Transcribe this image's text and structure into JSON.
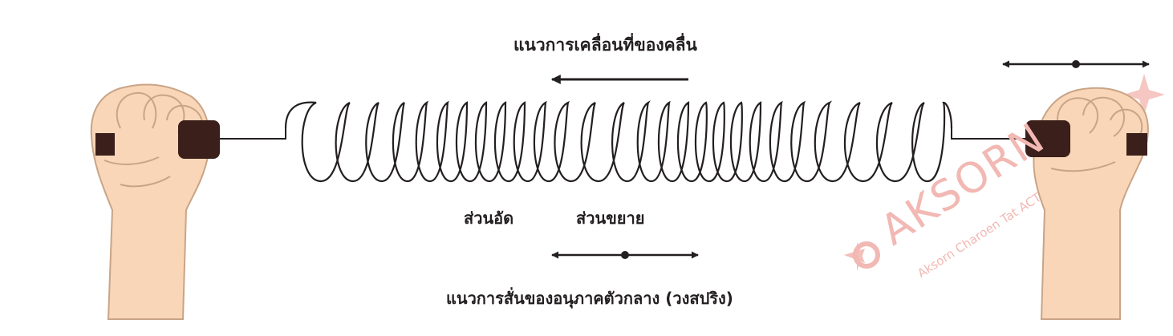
{
  "labels": {
    "wave_direction": "แนวการเคลื่อนที่ของคลื่น",
    "compression": "ส่วนอัด",
    "rarefaction": "ส่วนขยาย",
    "particle_oscillation": "แนวการสั่นของอนุภาคตัวกลาง (วงสปริง)"
  },
  "watermark": {
    "brand": "AKSORN",
    "tagline": "Aksorn Charoen Tat ACT"
  },
  "colors": {
    "ink": "#231f20",
    "skin": "#f9d6b8",
    "skin_outline": "#c9a486",
    "handle": "#3a1f1a",
    "watermark": "#f2b8b3"
  },
  "icons": {
    "left_hand": "fist-holding-spring-icon",
    "right_hand": "fist-holding-spring-icon",
    "oscillation_arrow": "double-headed-arrow-icon",
    "wave_arrow": "left-arrow-icon"
  }
}
